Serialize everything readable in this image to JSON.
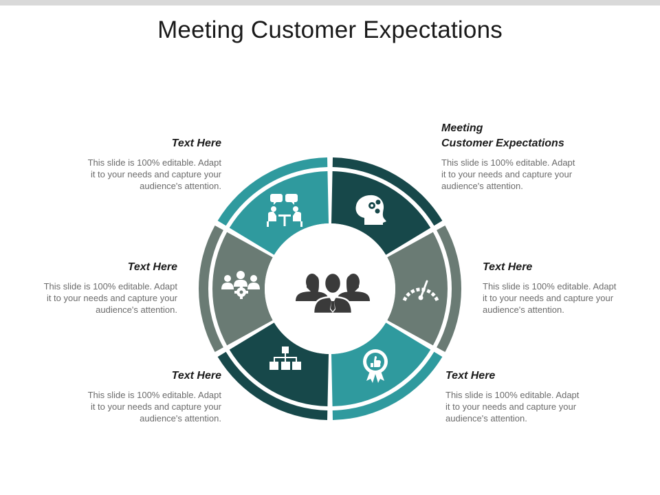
{
  "slide": {
    "title": "Meeting Customer Expectations"
  },
  "colors": {
    "dark_teal": "#17484a",
    "teal": "#2f9a9e",
    "gray": "#6a7b74",
    "icon_white": "#ffffff",
    "center_icon": "#3a3a3a"
  },
  "segments": [
    {
      "icon": "head-gears-icon",
      "heading_line1": "Meeting",
      "heading_line2": "Customer Expectations",
      "description": [
        "This slide is 100% editable. Adapt",
        "it to your needs and capture your",
        "audience's attention."
      ]
    },
    {
      "icon": "speedometer-icon",
      "heading": "Text Here",
      "description": [
        "This slide is 100% editable. Adapt",
        "it to your needs and capture your",
        "audience's attention."
      ]
    },
    {
      "icon": "thumbs-up-badge-icon",
      "heading": "Text Here",
      "description": [
        "This slide is 100% editable. Adapt",
        "it to your needs and capture your",
        "audience's attention."
      ]
    },
    {
      "icon": "org-chart-icon",
      "heading": "Text Here",
      "description": [
        "This slide is 100% editable. Adapt",
        "it to your needs and capture your",
        "audience's attention."
      ]
    },
    {
      "icon": "team-gear-icon",
      "heading": "Text Here",
      "description": [
        "This slide is 100% editable. Adapt",
        "it to your needs and capture your",
        "audience's attention."
      ]
    },
    {
      "icon": "meeting-table-icon",
      "heading": "Text Here",
      "description": [
        "This slide is 100% editable. Adapt",
        "it to your needs and capture your",
        "audience's attention."
      ]
    }
  ],
  "center": {
    "icon": "business-team-icon"
  }
}
